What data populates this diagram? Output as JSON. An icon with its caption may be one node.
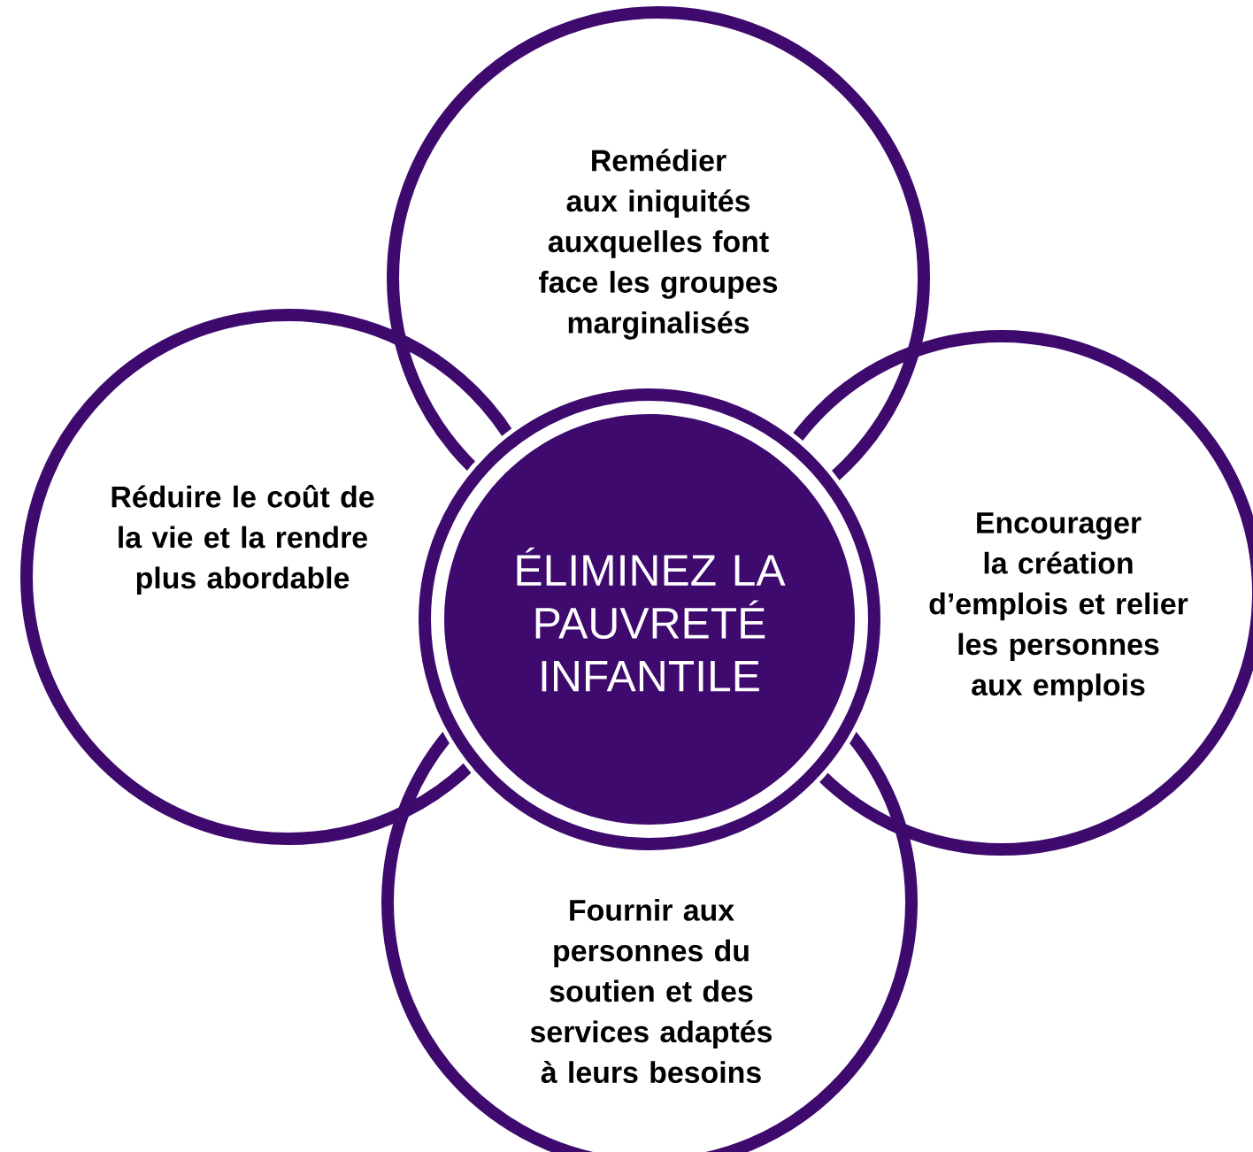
{
  "diagram": {
    "nodes": [
      {
        "text": [
          "ÉLIMINEZ LA PAUVRETÉ INFANTILE"
        ]
      },
      {
        "text": [
          "Remédier aux iniquités auxquelles font face les groupes marginalisés"
        ]
      },
      {
        "text": [
          "Réduire le coût de la vie et la rendre plus abordable"
        ]
      },
      {
        "text": [
          "Encourager la création d’emplois et relier les personnes aux emplois"
        ]
      },
      {
        "text": [
          "Fournir aux personnes du soutien et des services adaptés à leurs besoins"
        ]
      }
    ]
  }
}
